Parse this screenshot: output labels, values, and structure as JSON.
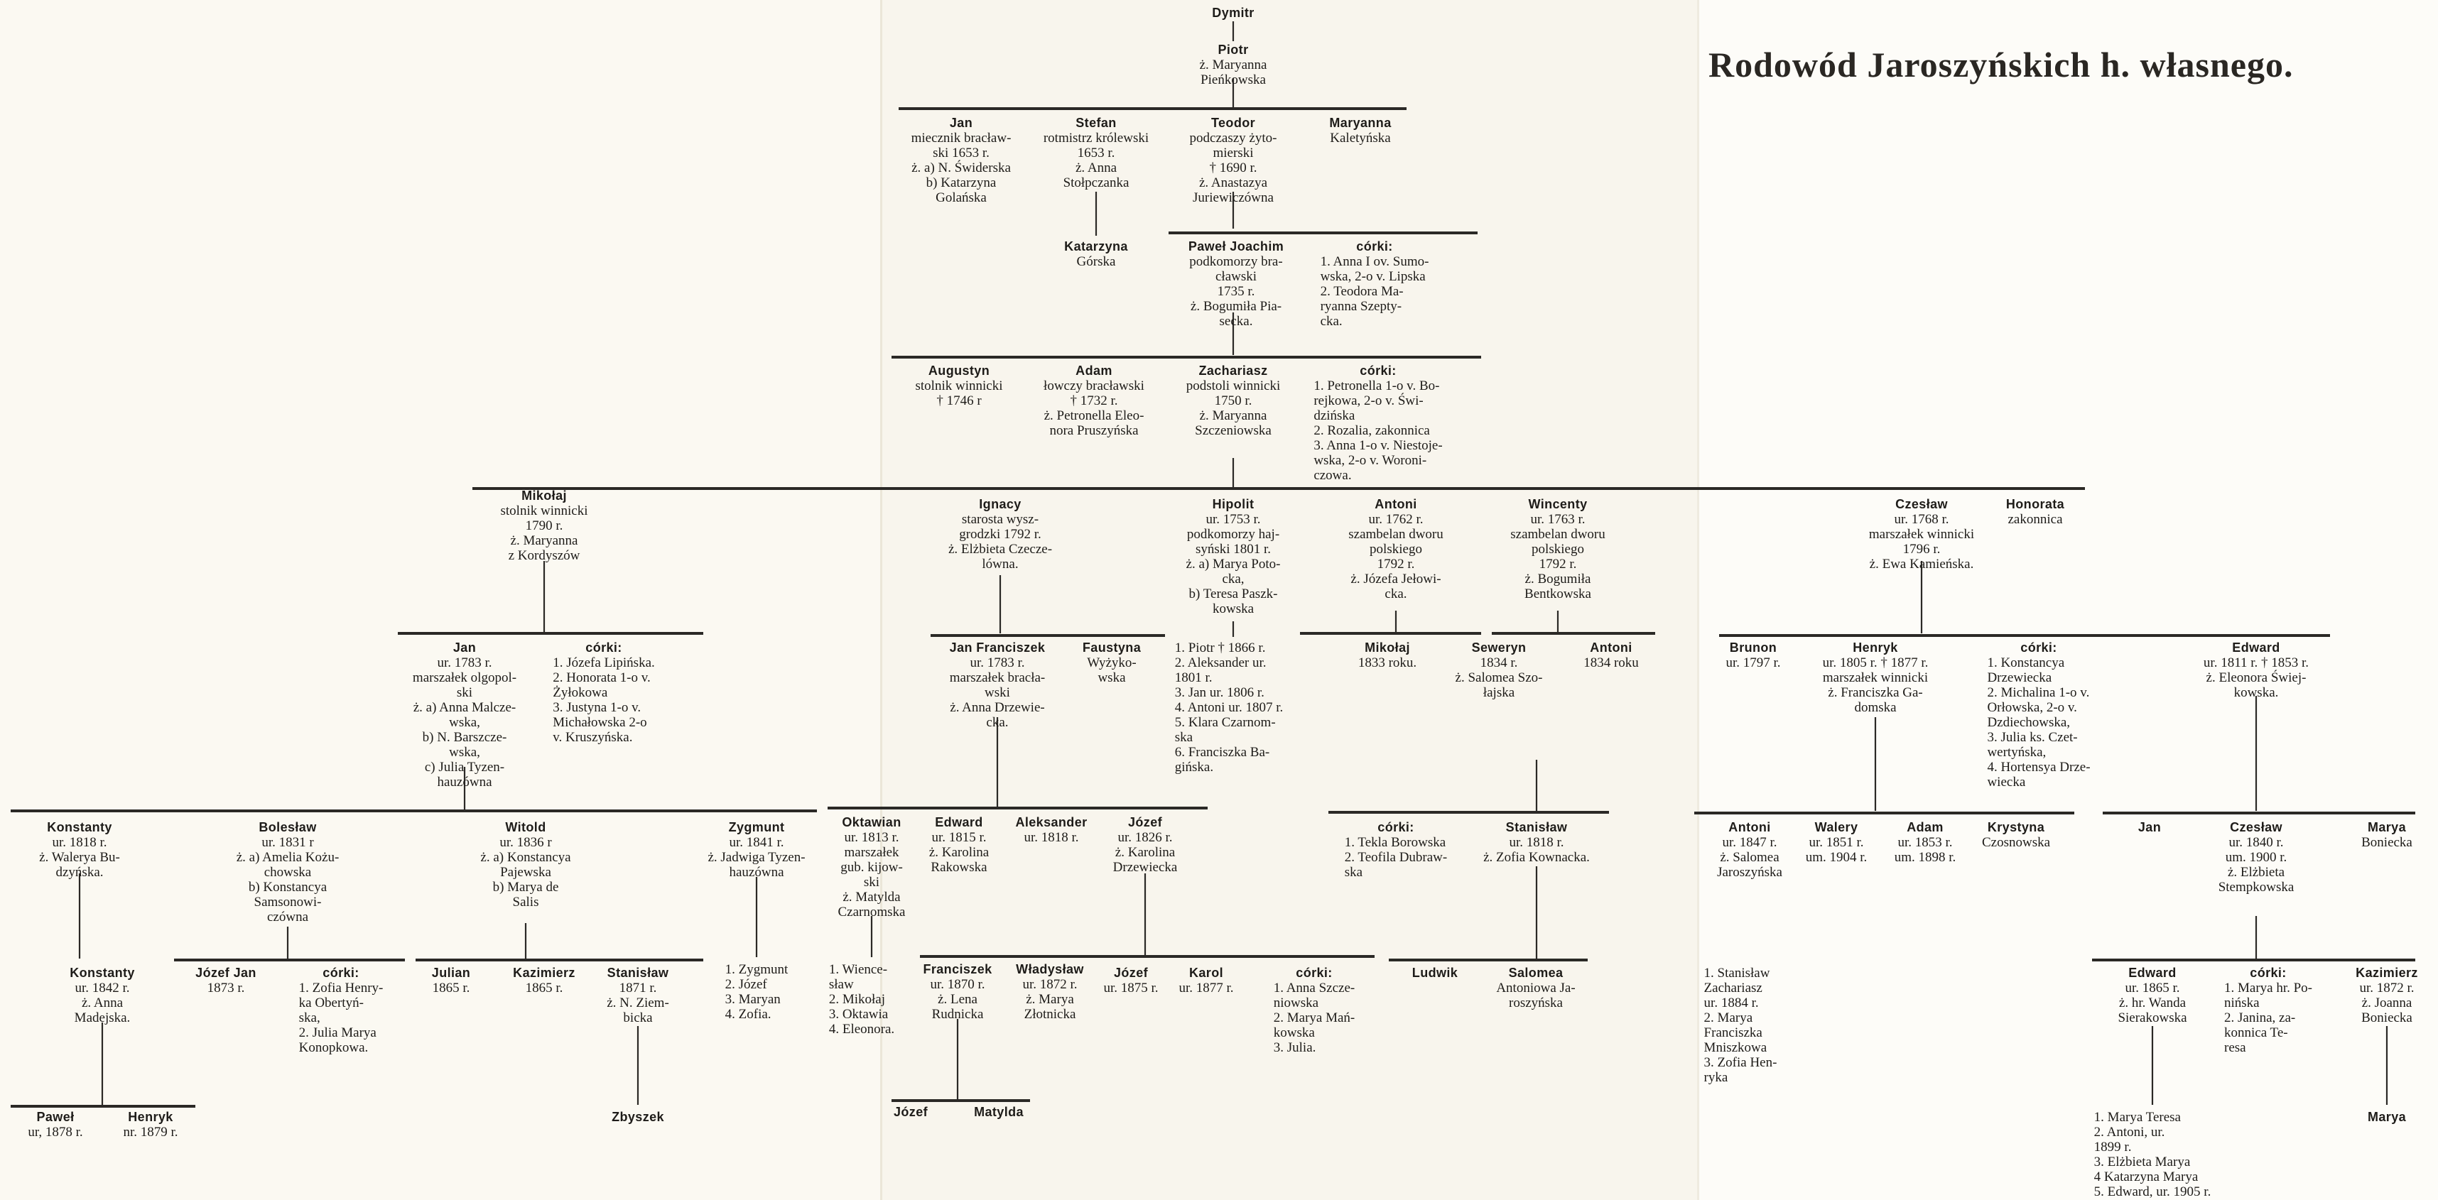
{
  "title": "Rodowód Jaroszyńskich h. własnego.",
  "people": {
    "dymitr": {
      "name": "Dymitr",
      "text": ""
    },
    "piotr": {
      "name": "Piotr",
      "text": "ż. Maryanna\nPieńkowska"
    },
    "jan_1653": {
      "name": "Jan",
      "text": "miecznik bracław-\nski 1653 r.\nż. a) N. Świderska\nb) Katarzyna\nGolańska"
    },
    "stefan": {
      "name": "Stefan",
      "text": "rotmistrz królewski\n1653 r.\nż. Anna\nStołpczanka"
    },
    "teodor": {
      "name": "Teodor",
      "text": "podczaszy żyto-\nmierski\n† 1690 r.\nż. Anastazya\nJuriewiczówna"
    },
    "maryanna_kaletynska": {
      "name": "Maryanna",
      "text": "Kaletyńska"
    },
    "katarzyna_gorska": {
      "name": "Katarzyna",
      "text": "Górska"
    },
    "pawel_joachim": {
      "name": "Paweł Joachim",
      "text": "podkomorzy bra-\ncławski\n1735 r.\nż. Bogumiła Pia-\nsecka."
    },
    "corki_pawel": {
      "name": "córki:",
      "text": "1. Anna I ov. Sumo-\nwska, 2-o v. Lipska\n2. Teodora Ma-\nryanna Szepty-\ncka."
    },
    "augustyn": {
      "name": "Augustyn",
      "text": "stolnik winnicki\n† 1746 r"
    },
    "adam_1732": {
      "name": "Adam",
      "text": "łowczy bracławski\n† 1732 r.\nż. Petronella Eleo-\nnora Pruszyńska"
    },
    "zachariasz": {
      "name": "Zachariasz",
      "text": "podstoli winnicki\n1750 r.\nż. Maryanna\nSzczeniowska"
    },
    "corki_zachariasz": {
      "name": "córki:",
      "text": "1. Petronella 1-o v. Bo-\nrejkowa, 2-o v. Świ-\ndzińska\n2. Rozalia, zakonnica\n3. Anna 1-o v. Niestoje-\nwska, 2-o v. Woroni-\nczowa."
    },
    "mikolaj_1790": {
      "name": "Mikołaj",
      "text": "stolnik winnicki\n1790 r.\nż. Maryanna\nz Kordyszów"
    },
    "ignacy": {
      "name": "Ignacy",
      "text": "starosta wysz-\ngrodzki 1792 r.\nż. Elżbieta Czecze-\nlówna."
    },
    "hipolit": {
      "name": "Hipolit",
      "text": "ur. 1753 r.\npodkomorzy haj-\nsyński 1801 r.\nż. a) Marya Poto-\ncka,\nb) Teresa Paszk-\nkowska"
    },
    "antoni_1762": {
      "name": "Antoni",
      "text": "ur. 1762 r.\nszambelan dworu\npolskiego\n1792 r.\nż. Józefa Jełowi-\ncka."
    },
    "wincenty": {
      "name": "Wincenty",
      "text": "ur. 1763 r.\nszambelan dworu\npolskiego\n1792 r.\nż. Bogumiła\nBentkowska"
    },
    "czeslaw_1768": {
      "name": "Czesław",
      "text": "ur. 1768 r.\nmarszałek winnicki\n1796 r.\nż. Ewa Kamieńska."
    },
    "honorata": {
      "name": "Honorata",
      "text": "zakonnica"
    },
    "jan_1783": {
      "name": "Jan",
      "text": "ur. 1783 r.\nmarszałek olgopol-\nski\nż. a) Anna Malcze-\nwska,\nb) N. Barszcze-\nwska,\nc) Julia Tyzen-\nhauzówna"
    },
    "corki_jan1783": {
      "name": "córki:",
      "text": "1. Józefa Lipińska.\n2. Honorata 1-o v.\nŻyłokowa\n3. Justyna 1-o v.\nMichałowska 2-o\nv. Kruszyńska."
    },
    "jan_franciszek": {
      "name": "Jan Franciszek",
      "text": "ur. 1783 r.\nmarszałek bracła-\nwski\nż. Anna Drzewie-\ncka."
    },
    "faustyna": {
      "name": "Faustyna",
      "text": "Wyżyko-\nwska"
    },
    "hipolit_dzieci": {
      "name": "",
      "text": "1. Piotr † 1866 r.\n2. Aleksander ur.\n1801 r.\n3. Jan ur. 1806 r.\n4. Antoni ur. 1807 r.\n5. Klara Czarnom-\nska\n6. Franciszka Ba-\ngińska."
    },
    "mikolaj_1833": {
      "name": "Mikołaj",
      "text": "1833 roku."
    },
    "seweryn": {
      "name": "Seweryn",
      "text": "1834 r.\nż. Salomea Szo-\nłajska"
    },
    "antoni_1834": {
      "name": "Antoni",
      "text": "1834 roku"
    },
    "brunon": {
      "name": "Brunon",
      "text": "ur. 1797 r."
    },
    "henryk_1805": {
      "name": "Henryk",
      "text": "ur. 1805 r. † 1877 r.\nmarszałek winnicki\nż. Franciszka Ga-\ndomska"
    },
    "corki_czeslaw": {
      "name": "córki:",
      "text": "1. Konstancya\nDrzewiecka\n2. Michalina 1-o v.\nOrłowska, 2-o v.\nDzdiechowska,\n3. Julia ks. Czet-\nwertyńska,\n4. Hortensya Drze-\nwiecka"
    },
    "edward_1811": {
      "name": "Edward",
      "text": "ur. 1811 r. † 1853 r.\nż. Eleonora Świej-\nkowska."
    },
    "konstanty_1818": {
      "name": "Konstanty",
      "text": "ur. 1818 r.\nż. Walerya Bu-\ndzyńska."
    },
    "boleslaw": {
      "name": "Bolesław",
      "text": "ur. 1831 r\nż. a) Amelia Kożu-\nchowska\nb) Konstancya\nSamsonowi-\nczówna"
    },
    "witold": {
      "name": "Witold",
      "text": "ur. 1836 r\nż. a) Konstancya\nPajewska\nb) Marya de\nSalis"
    },
    "zygmunt_1841": {
      "name": "Zygmunt",
      "text": "ur. 1841 r.\nż. Jadwiga Tyzen-\nhauzówna"
    },
    "oktawian": {
      "name": "Oktawian",
      "text": "ur. 1813 r.\nmarszałek\ngub. kijow-\nski\nż. Matylda\nCzarnomska"
    },
    "edward_1815": {
      "name": "Edward",
      "text": "ur. 1815 r.\nż. Karolina\nRakowska"
    },
    "aleksander_1818": {
      "name": "Aleksander",
      "text": "ur. 1818 r."
    },
    "jozef_1826": {
      "name": "Józef",
      "text": "ur. 1826 r.\nż. Karolina\nDrzewiecka"
    },
    "corki_seweryn": {
      "name": "córki:",
      "text": "1. Tekla Borowska\n2. Teofila Dubraw-\nska"
    },
    "stanislaw_1818": {
      "name": "Stanisław",
      "text": "ur. 1818 r.\nż. Zofia Kownacka."
    },
    "antoni_1847": {
      "name": "Antoni",
      "text": "ur. 1847 r.\nż. Salomea\nJaroszyńska"
    },
    "walery": {
      "name": "Walery",
      "text": "ur. 1851 r.\num. 1904 r."
    },
    "adam_1853": {
      "name": "Adam",
      "text": "ur. 1853 r.\num. 1898 r."
    },
    "krystyna": {
      "name": "Krystyna",
      "text": "Czosnowska"
    },
    "jan_edward": {
      "name": "Jan",
      "text": ""
    },
    "czeslaw_1840": {
      "name": "Czesław",
      "text": "ur. 1840 r.\num. 1900 r.\nż. Elżbieta\nStempkowska"
    },
    "marya_boniecka": {
      "name": "Marya",
      "text": "Boniecka"
    },
    "konstanty_1842": {
      "name": "Konstanty",
      "text": "ur. 1842 r.\nż. Anna\nMadejska."
    },
    "jozef_jan": {
      "name": "Józef Jan",
      "text": "1873 r."
    },
    "corki_boleslaw": {
      "name": "córki:",
      "text": "1. Zofia Henry-\nka Obertyń-\nska,\n2. Julia Marya\nKonopkowa."
    },
    "julian": {
      "name": "Julian",
      "text": "1865 r."
    },
    "kazimierz_1865": {
      "name": "Kazimierz",
      "text": "1865 r."
    },
    "stanislaw_1871": {
      "name": "Stanisław",
      "text": "1871 r.\nż. N. Ziem-\nbicka"
    },
    "zygmunt_dzieci": {
      "name": "",
      "text": "1. Zygmunt\n2. Józef\n3. Maryan\n4. Zofia."
    },
    "oktawian_dzieci": {
      "name": "",
      "text": "1. Wience-\nsław\n2. Mikołaj\n3. Oktawia\n4. Eleonora."
    },
    "franciszek_1870": {
      "name": "Franciszek",
      "text": "ur. 1870 r.\nż. Lena\nRudnicka"
    },
    "wladyslaw": {
      "name": "Władysław",
      "text": "ur. 1872 r.\nż. Marya\nZłotnicka"
    },
    "jozef_1875": {
      "name": "Józef",
      "text": "ur. 1875 r."
    },
    "karol": {
      "name": "Karol",
      "text": "ur. 1877 r."
    },
    "corki_jozef": {
      "name": "córki:",
      "text": "1. Anna Szcze-\nniowska\n2. Marya Mań-\nkowska\n3. Julia."
    },
    "ludwik": {
      "name": "Ludwik",
      "text": ""
    },
    "salomea": {
      "name": "Salomea",
      "text": "Antoniowa Ja-\nroszyńska"
    },
    "antoni_dzieci": {
      "name": "",
      "text": "1. Stanisław\nZachariasz\nur. 1884 r.\n2. Marya\nFranciszka\nMniszkowa\n3. Zofia Hen-\nryka"
    },
    "edward_1865": {
      "name": "Edward",
      "text": "ur. 1865 r.\nż. hr. Wanda\nSierakowska"
    },
    "corki_czeslaw1840": {
      "name": "córki:",
      "text": "1. Marya hr. Po-\nnińska\n2. Janina, za-\nkonnica Te-\nresa"
    },
    "kazimierz_1872": {
      "name": "Kazimierz",
      "text": "ur. 1872 r.\nż. Joanna\nBoniecka"
    },
    "pawel_1878": {
      "name": "Paweł",
      "text": "ur, 1878 r."
    },
    "henryk_1879": {
      "name": "Henryk",
      "text": "nr. 1879 r."
    },
    "zbyszek": {
      "name": "Zbyszek",
      "text": ""
    },
    "jozef_fr": {
      "name": "Józef",
      "text": ""
    },
    "matylda": {
      "name": "Matylda",
      "text": ""
    },
    "edward_dzieci": {
      "name": "",
      "text": "1. Marya Teresa\n2. Antoni, ur.\n1899 r.\n3. Elżbieta Marya\n4 Katarzyna Marya\n5. Edward, ur. 1905 r."
    },
    "marya_kazimierz": {
      "name": "Marya",
      "text": ""
    }
  }
}
